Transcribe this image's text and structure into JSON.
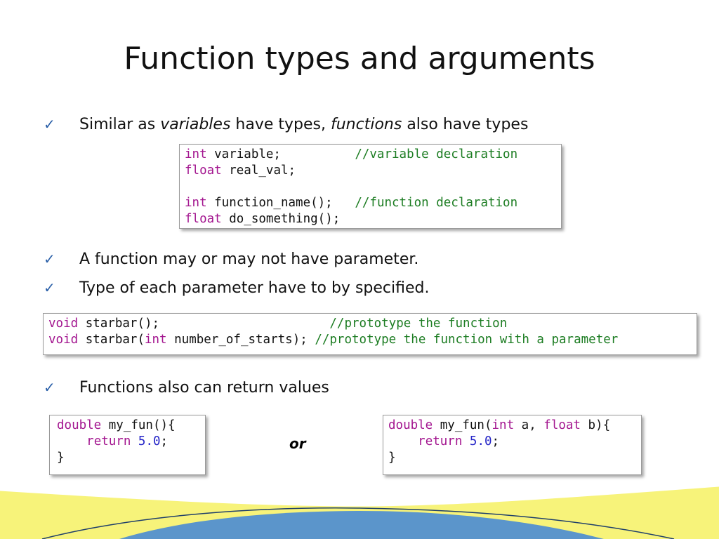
{
  "slide": {
    "title": "Function types and arguments",
    "bullets": [
      {
        "pre": "Similar as ",
        "em1": "variables",
        "mid": " have types, ",
        "em2": "functions",
        "post": " also have types"
      },
      {
        "text": "A function may or may not have parameter."
      },
      {
        "text": "Type of each parameter have to by specified."
      },
      {
        "text": "Functions also can return values"
      }
    ],
    "check_glyph": "✓",
    "or_label": "or"
  },
  "code1": {
    "line1": {
      "kw": "int",
      "rest": " variable;",
      "pad": "          ",
      "comment": "//variable declaration"
    },
    "line2": {
      "kw": "float",
      "rest": " real_val;"
    },
    "line3": {
      "kw": "int",
      "rest": " function_name();",
      "pad": "   ",
      "comment": "//function declaration"
    },
    "line4": {
      "kw": "float",
      "rest": " do_something();"
    }
  },
  "code2": {
    "line1": {
      "kw": "void",
      "rest": " starbar();",
      "pad": "                       ",
      "comment": "//prototype the function"
    },
    "line2": {
      "kw": "void",
      "rest_a": " starbar(",
      "kw2": "int",
      "rest_b": " number_of_starts);",
      "pad": " ",
      "comment": "//prototype the function with a parameter"
    }
  },
  "code3": {
    "kw": "double",
    "sig": " my_fun(){",
    "indent": "    ",
    "ret": "return",
    "num": "5.0",
    "semi": ";",
    "close": "}"
  },
  "code4": {
    "kw": "double",
    "sig_a": " my_fun(",
    "kw2": "int",
    "sig_b": " a, ",
    "kw3": "float",
    "sig_c": " b){",
    "indent": "    ",
    "ret": "return",
    "num": "5.0",
    "semi": ";",
    "close": "}"
  },
  "colors": {
    "keyword": "#a3158f",
    "comment": "#1d7d23",
    "number": "#2727c8",
    "check": "#2a5fa8",
    "wave_yellow": "#f7f37a",
    "wave_blue": "#5b95cb"
  }
}
